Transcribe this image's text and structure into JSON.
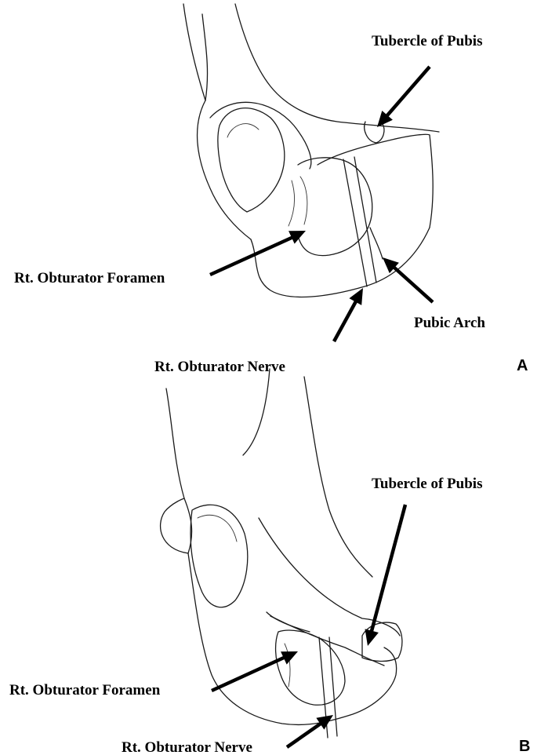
{
  "panels": [
    {
      "letter": "A",
      "labels": {
        "tubercle": "Tubercle of Pubis",
        "foramen": "Rt. Obturator Foramen",
        "arch": "Pubic Arch",
        "nerve": "Rt. Obturator Nerve"
      }
    },
    {
      "letter": "B",
      "labels": {
        "tubercle": "Tubercle of Pubis",
        "foramen": "Rt. Obturator Foramen",
        "nerve": "Rt. Obturator Nerve"
      }
    }
  ]
}
